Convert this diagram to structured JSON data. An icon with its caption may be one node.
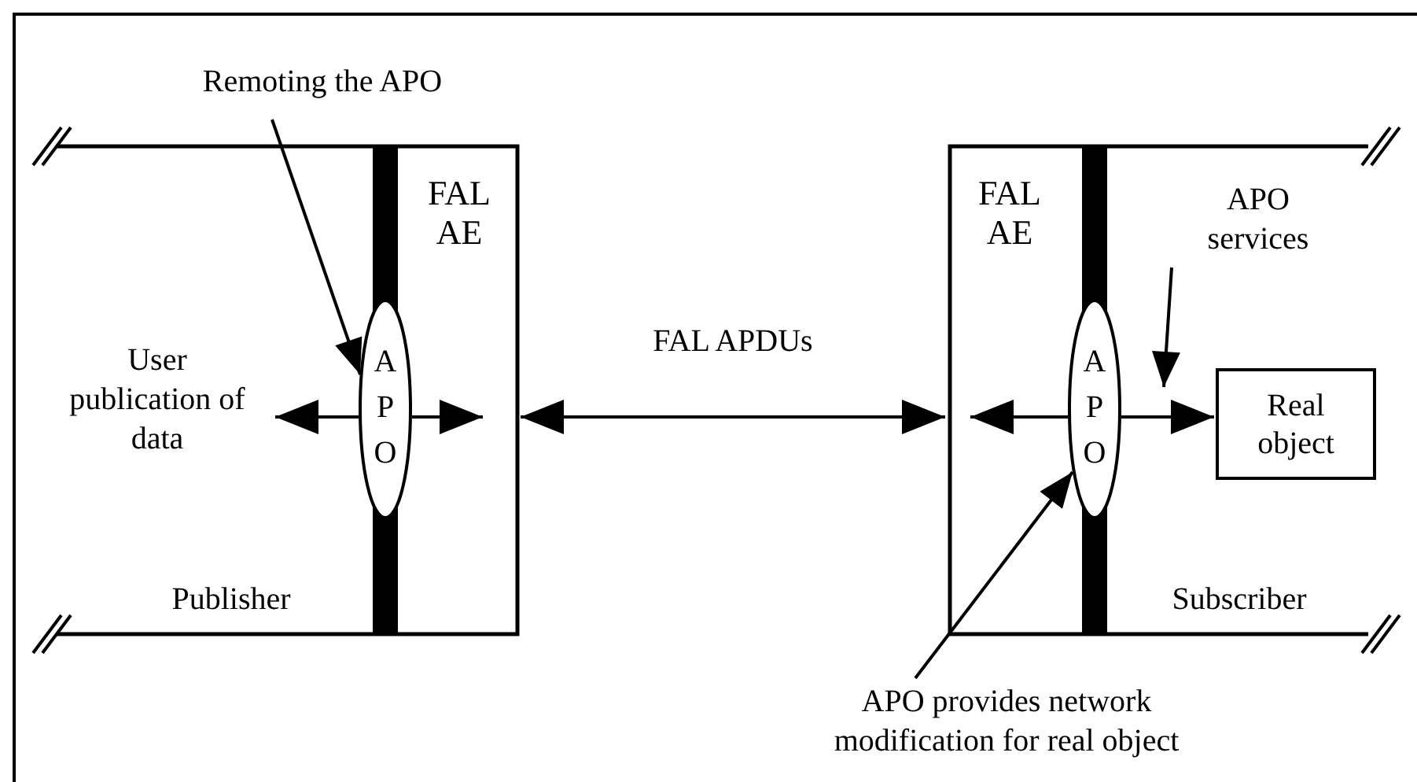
{
  "diagram": {
    "nodes": [
      {
        "text": [
          "FAL AE",
          "Publisher"
        ]
      },
      {
        "text": [
          "A P O"
        ],
        "in": 0
      },
      {
        "text": [
          "User publication of data"
        ],
        "in": 0
      },
      {
        "text": [
          "Remoting the APO"
        ]
      },
      {
        "text": [
          "FAL AE",
          "Subscriber"
        ]
      },
      {
        "text": [
          "A P O"
        ],
        "in": 4
      },
      {
        "text": [
          "Real object"
        ],
        "in": 4
      },
      {
        "text": [
          "APO services"
        ],
        "in": 4
      },
      {
        "text": [
          "APO provides network modification for real object"
        ]
      }
    ],
    "edges": [
      {
        "from": 3,
        "to": 1,
        "arrow": "to"
      },
      {
        "from": 1,
        "to": 2,
        "arrow": "to"
      },
      {
        "from": 1,
        "to": null,
        "arrow": "to"
      },
      {
        "from": 0,
        "to": 4,
        "arrow": "both",
        "label": "FAL APDUs"
      },
      {
        "from": 5,
        "to": null,
        "arrow": "to"
      },
      {
        "from": 5,
        "to": 6,
        "arrow": "to"
      },
      {
        "from": 7,
        "to": null,
        "arrow": "to"
      },
      {
        "from": 8,
        "to": 5,
        "arrow": "to"
      }
    ]
  }
}
